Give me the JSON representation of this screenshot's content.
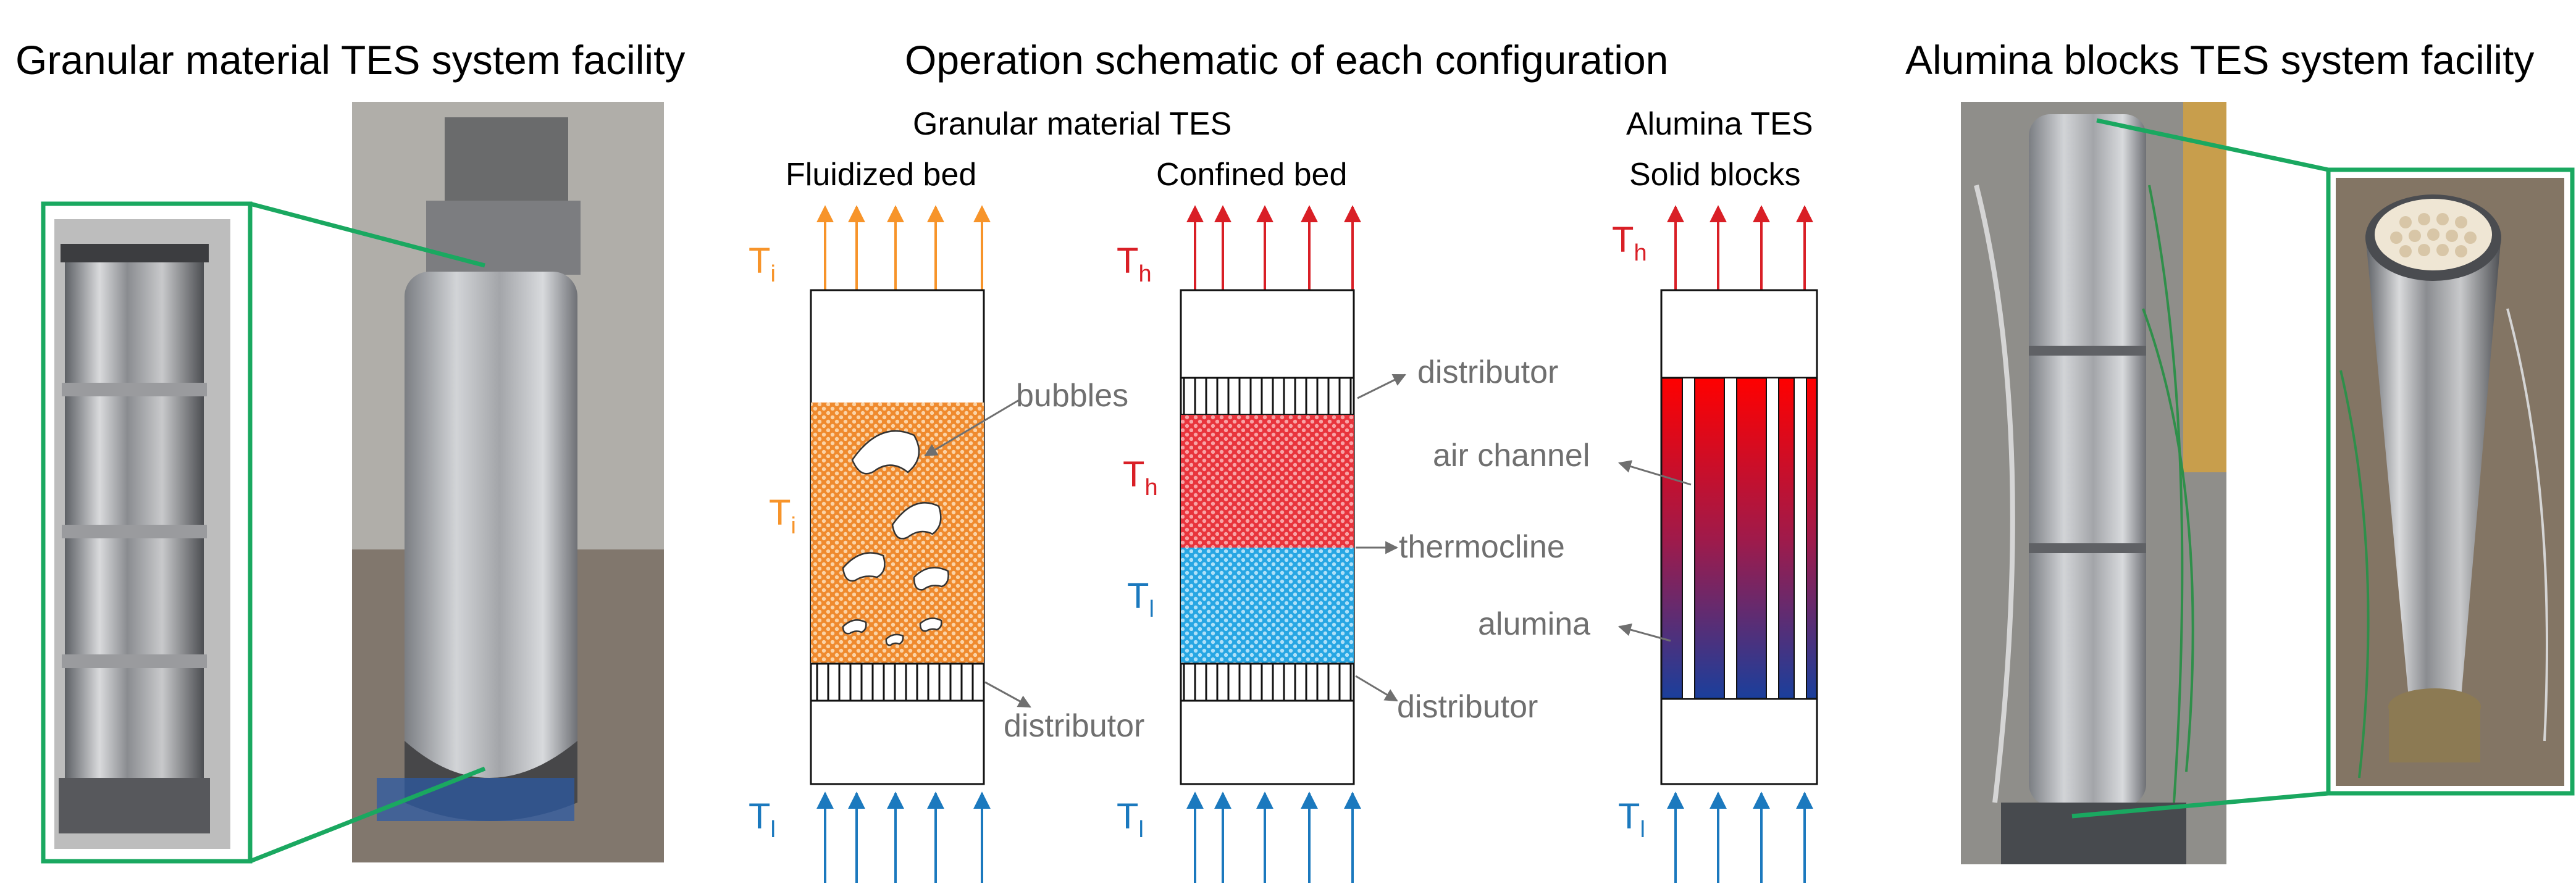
{
  "titles": {
    "left": "Granular material TES system facility",
    "center": "Operation schematic of each configuration",
    "right": "Alumina blocks TES system facility"
  },
  "subheadings": {
    "granular_group": "Granular material TES",
    "fluidized": "Fluidized bed",
    "confined": "Confined bed",
    "alumina_group": "Alumina TES",
    "solid_blocks": "Solid blocks"
  },
  "temps": {
    "T": "T",
    "i": "i",
    "h": "h",
    "l": "l"
  },
  "annotations": {
    "bubbles": "bubbles",
    "distributor": "distributor",
    "thermocline": "thermocline",
    "air_channel": "air channel",
    "alumina": "alumina"
  },
  "colors": {
    "green_frame": "#1aa860",
    "orange": "#f7942a",
    "red": "#d91f26",
    "blue": "#1b79be",
    "gray_text": "#6f6f6f",
    "particle_orange": "#ee8a2c",
    "particle_red": "#e8343c",
    "particle_blue": "#27a6e3"
  }
}
